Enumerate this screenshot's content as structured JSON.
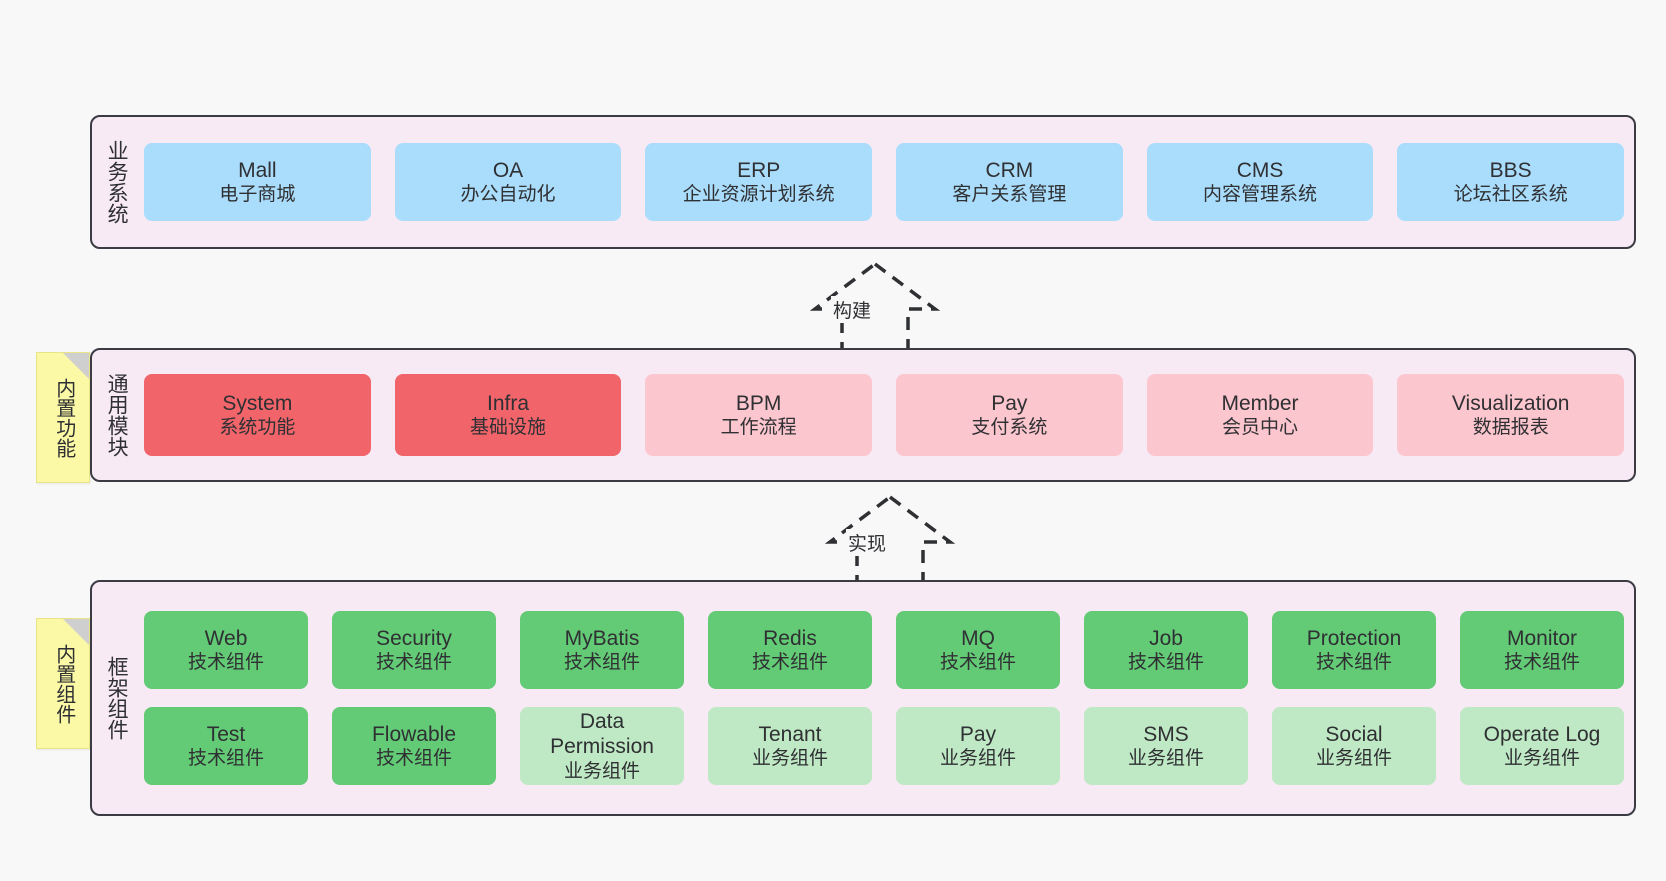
{
  "diagram": {
    "background_color": "#f8f8f8",
    "panel_fill": "#f8eaf4",
    "panel_border": "#3b3b44",
    "sticky_color": "#fcf9a6"
  },
  "layers": [
    {
      "id": "business-systems",
      "title": "业务系统",
      "sticky": null,
      "rows": [
        {
          "cards": [
            {
              "name": "Mall",
              "sub": "电子商城",
              "color": "#aadcfb",
              "style": "blue"
            },
            {
              "name": "OA",
              "sub": "办公自动化",
              "color": "#aadcfb",
              "style": "blue"
            },
            {
              "name": "ERP",
              "sub": "企业资源计划系统",
              "color": "#aadcfb",
              "style": "blue"
            },
            {
              "name": "CRM",
              "sub": "客户关系管理",
              "color": "#aadcfb",
              "style": "blue"
            },
            {
              "name": "CMS",
              "sub": "内容管理系统",
              "color": "#aadcfb",
              "style": "blue"
            },
            {
              "name": "BBS",
              "sub": "论坛社区系统",
              "color": "#aadcfb",
              "style": "blue"
            }
          ]
        }
      ]
    },
    {
      "id": "common-modules",
      "title": "通用模块",
      "sticky": "内置功能",
      "rows": [
        {
          "cards": [
            {
              "name": "System",
              "sub": "系统功能",
              "color": "#f0646a",
              "style": "red"
            },
            {
              "name": "Infra",
              "sub": "基础设施",
              "color": "#f0646a",
              "style": "red"
            },
            {
              "name": "BPM",
              "sub": "工作流程",
              "color": "#fcc6ce",
              "style": "pink"
            },
            {
              "name": "Pay",
              "sub": "支付系统",
              "color": "#fcc6ce",
              "style": "pink"
            },
            {
              "name": "Member",
              "sub": "会员中心",
              "color": "#fcc6ce",
              "style": "pink"
            },
            {
              "name": "Visualization",
              "sub": "数据报表",
              "color": "#fcc6ce",
              "style": "pink"
            }
          ]
        }
      ]
    },
    {
      "id": "framework-components",
      "title": "框架组件",
      "sticky": "内置组件",
      "rows": [
        {
          "cards": [
            {
              "name": "Web",
              "sub": "技术组件",
              "color": "#63ca76",
              "style": "green"
            },
            {
              "name": "Security",
              "sub": "技术组件",
              "color": "#63ca76",
              "style": "green"
            },
            {
              "name": "MyBatis",
              "sub": "技术组件",
              "color": "#63ca76",
              "style": "green"
            },
            {
              "name": "Redis",
              "sub": "技术组件",
              "color": "#63ca76",
              "style": "green"
            },
            {
              "name": "MQ",
              "sub": "技术组件",
              "color": "#63ca76",
              "style": "green"
            },
            {
              "name": "Job",
              "sub": "技术组件",
              "color": "#63ca76",
              "style": "green"
            },
            {
              "name": "Protection",
              "sub": "技术组件",
              "color": "#63ca76",
              "style": "green"
            },
            {
              "name": "Monitor",
              "sub": "技术组件",
              "color": "#63ca76",
              "style": "green"
            }
          ]
        },
        {
          "cards": [
            {
              "name": "Test",
              "sub": "技术组件",
              "color": "#63ca76",
              "style": "green"
            },
            {
              "name": "Flowable",
              "sub": "技术组件",
              "color": "#63ca76",
              "style": "green"
            },
            {
              "name": "Data Permission",
              "sub": "业务组件",
              "color": "#bfe8c4",
              "style": "lightgreen"
            },
            {
              "name": "Tenant",
              "sub": "业务组件",
              "color": "#bfe8c4",
              "style": "lightgreen"
            },
            {
              "name": "Pay",
              "sub": "业务组件",
              "color": "#bfe8c4",
              "style": "lightgreen"
            },
            {
              "name": "SMS",
              "sub": "业务组件",
              "color": "#bfe8c4",
              "style": "lightgreen"
            },
            {
              "name": "Social",
              "sub": "业务组件",
              "color": "#bfe8c4",
              "style": "lightgreen"
            },
            {
              "name": "Operate Log",
              "sub": "业务组件",
              "color": "#bfe8c4",
              "style": "lightgreen"
            }
          ]
        }
      ]
    }
  ],
  "connectors": [
    {
      "id": "build",
      "label": "构建",
      "from": "common-modules",
      "to": "business-systems"
    },
    {
      "id": "implement",
      "label": "实现",
      "from": "framework-components",
      "to": "common-modules"
    }
  ]
}
